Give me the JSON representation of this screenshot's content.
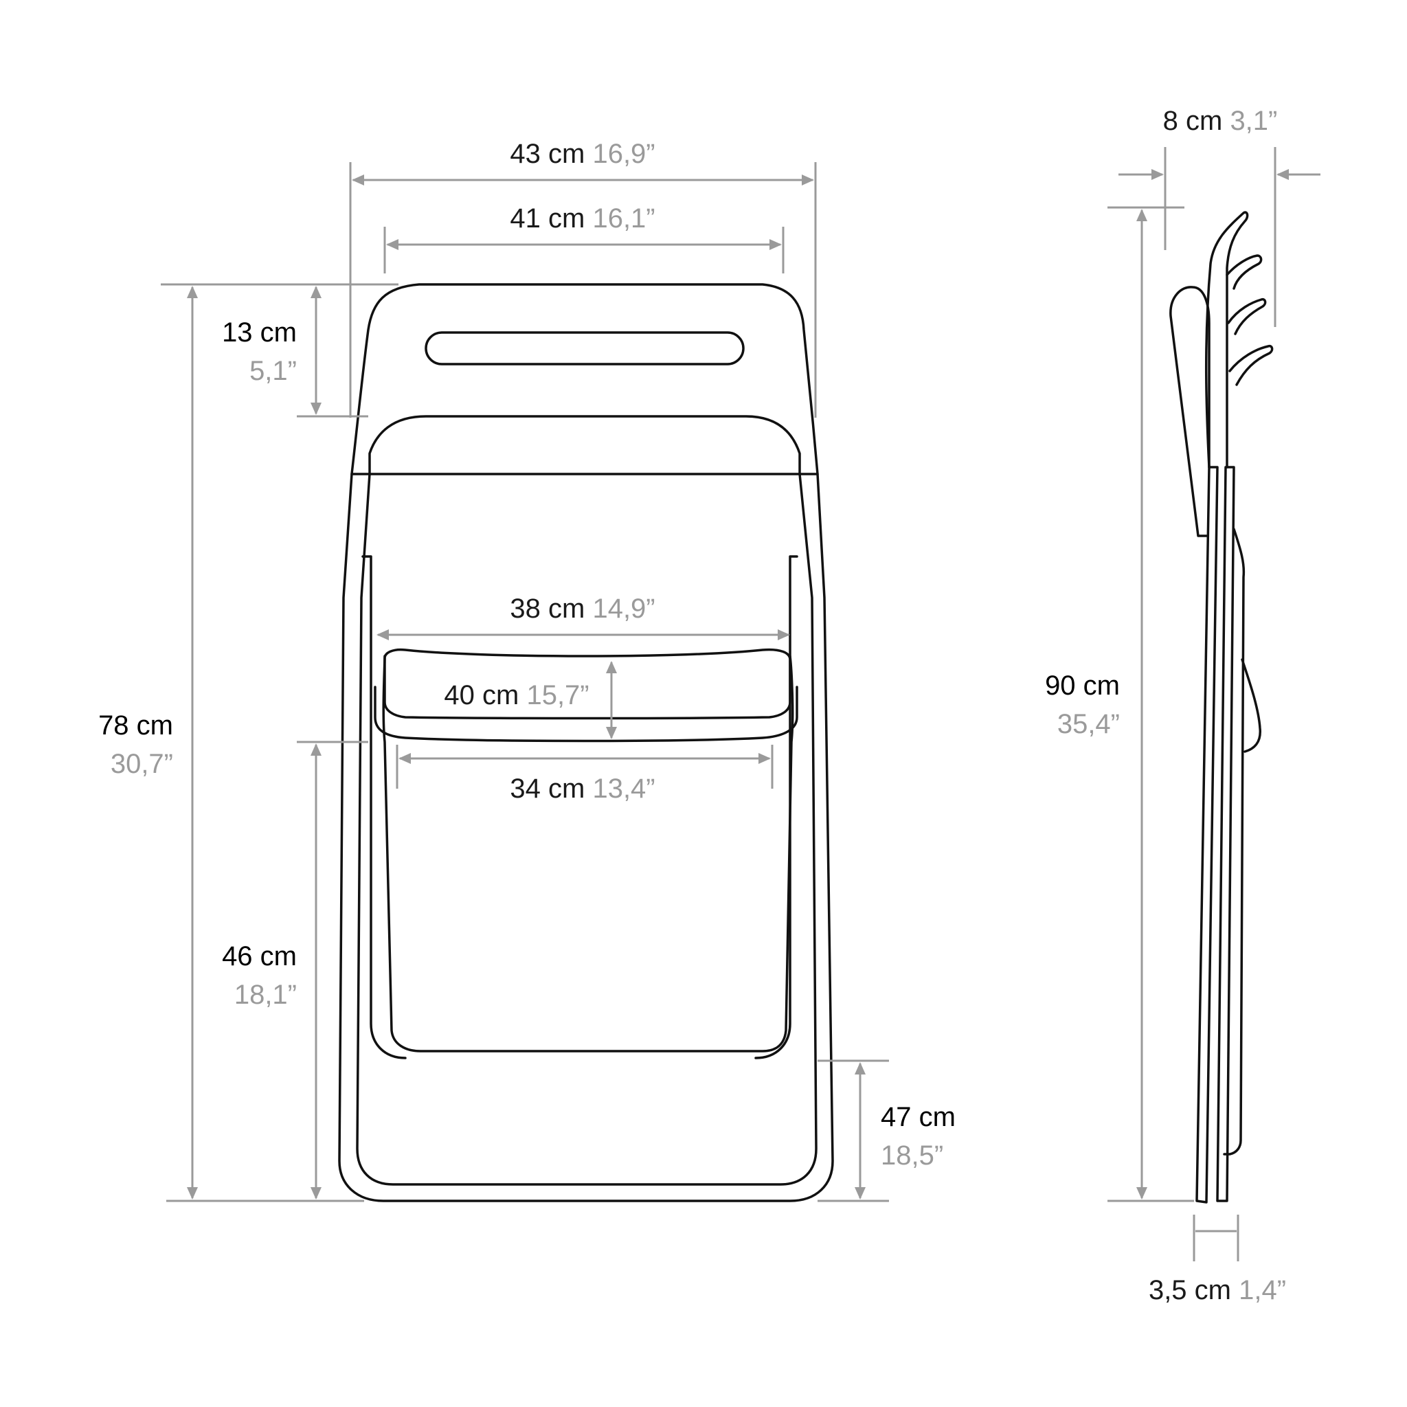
{
  "colors": {
    "line": "#111111",
    "dimension": "#9a9a9a",
    "metric_text": "#1a1a1a",
    "imperial_text": "#9a9a9a"
  },
  "front_view": {
    "overall_width": {
      "cm": "43 cm",
      "inch": "16,9”"
    },
    "backrest_width": {
      "cm": "41 cm",
      "inch": "16,1”"
    },
    "backrest_height": {
      "cm": "13 cm",
      "inch": "5,1”"
    },
    "overall_height": {
      "cm": "78 cm",
      "inch": "30,7”"
    },
    "seat_width": {
      "cm": "38 cm",
      "inch": "14,9”"
    },
    "seat_depth": {
      "cm": "40 cm",
      "inch": "15,7”"
    },
    "seat_inner_width": {
      "cm": "34 cm",
      "inch": "13,4”"
    },
    "seat_height": {
      "cm": "46 cm",
      "inch": "18,1”"
    },
    "leg_height": {
      "cm": "47 cm",
      "inch": "18,5”"
    }
  },
  "side_view": {
    "folded_depth": {
      "cm": "8 cm",
      "inch": "3,1”"
    },
    "folded_height": {
      "cm": "90 cm",
      "inch": "35,4”"
    },
    "foot_depth": {
      "cm": "3,5 cm",
      "inch": "1,4”"
    }
  }
}
